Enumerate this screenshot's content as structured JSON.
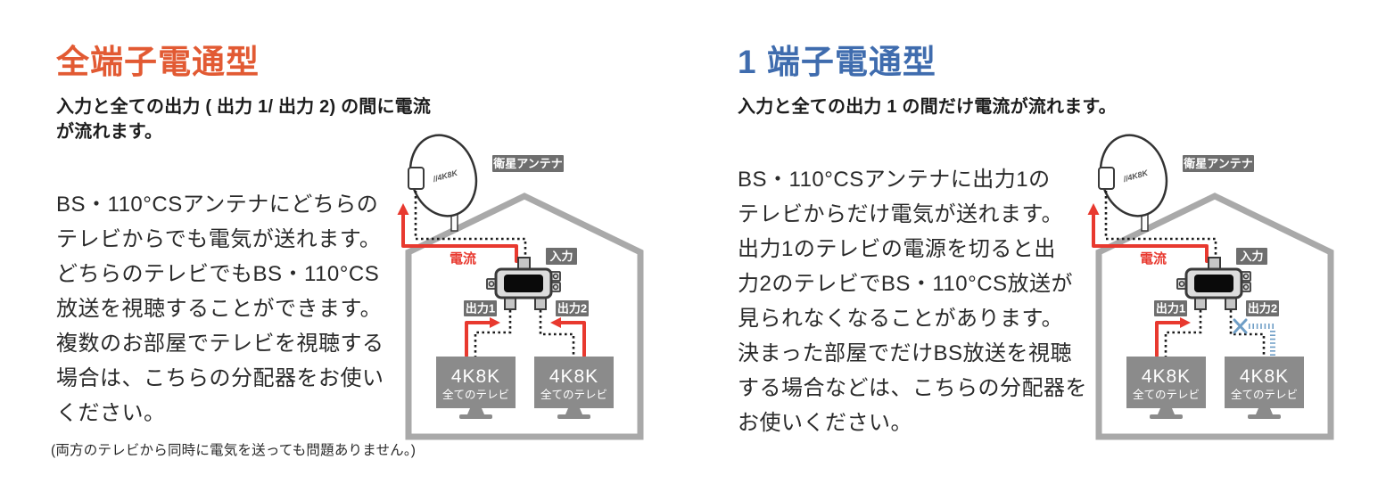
{
  "page": {
    "background": "#ffffff"
  },
  "sections": [
    {
      "title": "全端子電通型",
      "title_color": "#e25a33",
      "subtitle": "入力と全ての出力 ( 出力 1/ 出力 2) の間に電流が流れます。",
      "body": "BS・110°CSアンテナにどちらの\nテレビからでも電気が送れます。\nどちらのテレビでもBS・110°CS\n放送を視聴することができます。\n複数のお部屋でテレビを視聴する\n場合は、こちらの分配器をお使い\nください。",
      "note": "(両方のテレビから同時に電気を送っても問題ありません。)",
      "diagram_mode": "all_outputs_pass"
    },
    {
      "title": "1 端子電通型",
      "title_color": "#3f6cae",
      "subtitle": "入力と全ての出力 1 の間だけ電流が流れます。",
      "body": "BS・110°CSアンテナに出力1の\nテレビからだけ電気が送れます。\n出力1のテレビの電源を切ると出\n力2のテレビでBS・110°CS放送が\n見られなくなることがあります。\n決まった部屋でだけBS放送を視聴\nする場合などは、こちらの分配器を\nお使いください。",
      "note": "",
      "diagram_mode": "output1_only_pass"
    }
  ],
  "diagram": {
    "antenna_label": "衛星アンテナ",
    "dish_logo": "4K8K",
    "current_label": "電流",
    "input_label": "入力",
    "output1_label": "出力1",
    "output2_label": "出力2",
    "tv_label_line1": "4K8K",
    "tv_label_line2": "全てのテレビ",
    "colors": {
      "current_red": "#e8392f",
      "blocked_blue": "#6f9ec6",
      "house_gray": "#a9a9a9",
      "badge_gray": "#6e6e6e",
      "tv_gray": "#8b8b8b",
      "cable_black": "#1c1c1c",
      "device_dark": "#3a3a3a",
      "device_light": "#dcdcdc"
    }
  }
}
